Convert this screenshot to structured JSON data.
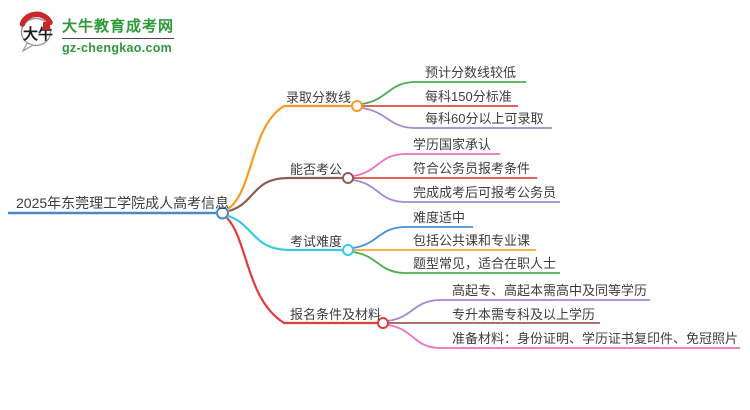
{
  "logo": {
    "icon_text": "大牛",
    "title": "大牛教育成考网",
    "url": "gz-chengkao.com",
    "brand_color": "#2f9939",
    "seal_color": "#c9282d"
  },
  "mindmap": {
    "root": {
      "label": "2025年东莞理工学院成人高考信息",
      "color": "#4a8ac2"
    },
    "branches": [
      {
        "label": "录取分数线",
        "color": "#f59b25",
        "children": [
          {
            "label": "预计分数线较低",
            "color": "#4cae4f"
          },
          {
            "label": "每科150分标准",
            "color": "#e04a45"
          },
          {
            "label": "每科60分以上可录取",
            "color": "#a389d4"
          }
        ]
      },
      {
        "label": "能否考公",
        "color": "#8b6052",
        "children": [
          {
            "label": "学历国家承认",
            "color": "#ef6fc0"
          },
          {
            "label": "符合公务员报考条件",
            "color": "#e04a45"
          },
          {
            "label": "完成成考后可报考公务员",
            "color": "#a389d4"
          }
        ]
      },
      {
        "label": "考试难度",
        "color": "#38c9e3",
        "children": [
          {
            "label": "难度适中",
            "color": "#4a90d9"
          },
          {
            "label": "包括公共课和专业课",
            "color": "#f7a437"
          },
          {
            "label": "题型常见，适合在职人士",
            "color": "#4cae4f"
          }
        ]
      },
      {
        "label": "报名条件及材料",
        "color": "#e03c3c",
        "children": [
          {
            "label": "高起专、高起本需高中及同等学历",
            "color": "#a389d4"
          },
          {
            "label": "专升本需专科及以上学历",
            "color": "#9d5f50"
          },
          {
            "label": "准备材料：身份证明、学历证书复印件、免冠照片",
            "color": "#ef6fc0"
          }
        ]
      }
    ]
  }
}
